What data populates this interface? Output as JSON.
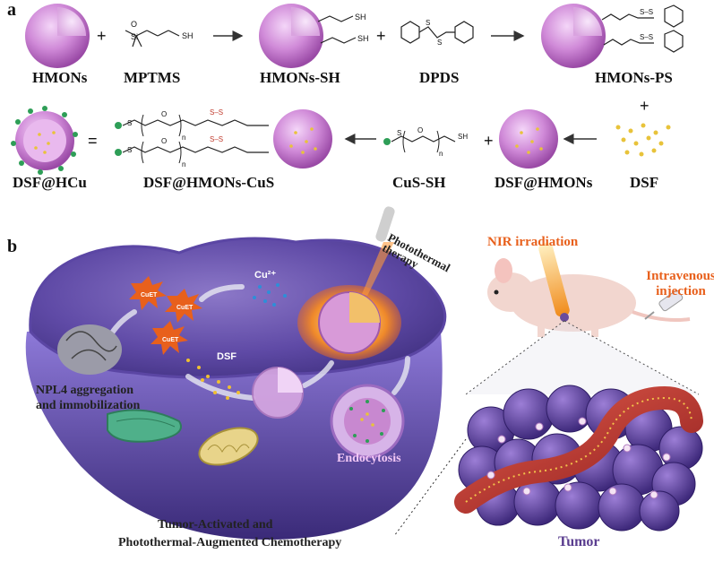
{
  "panel_a": {
    "letter": "a",
    "labels": {
      "hmons": "HMONs",
      "mptms": "MPTMS",
      "hmons_sh": "HMONs-SH",
      "dpds": "DPDS",
      "hmons_ps": "HMONs-PS",
      "dsf_hcu": "DSF@HCu",
      "dsf_hmons_cus": "DSF@HMONs-CuS",
      "cus_sh": "CuS-SH",
      "dsf_hmons": "DSF@HMONs",
      "dsf": "DSF"
    },
    "symbols": {
      "plus": "+",
      "equals": "=",
      "n": "n",
      "sh": "SH",
      "s": "S",
      "o": "O",
      "si": "Si"
    }
  },
  "panel_b": {
    "letter": "b",
    "labels": {
      "photothermal_therapy": "Photothermal therapy",
      "cu2": "Cu²⁺",
      "cuet": "CuET",
      "dsf": "DSF",
      "npl4": "NPL4 aggregation and immobilization",
      "endocytosis": "Endocytosis",
      "tumor_activated": "Tumor-Activated and",
      "photothermal_augmented": "Photothermal-Augmented Chemotherapy",
      "nir": "NIR irradiation",
      "intravenous": "Intravenous injection",
      "tumor": "Tumor"
    }
  },
  "colors": {
    "nanoparticle": "#c77ad1",
    "accent_orange": "#e8601c",
    "cell_purple": "#6e52b3",
    "tumor_purple": "#5a3d8f",
    "vessel_red": "#c0392b"
  }
}
